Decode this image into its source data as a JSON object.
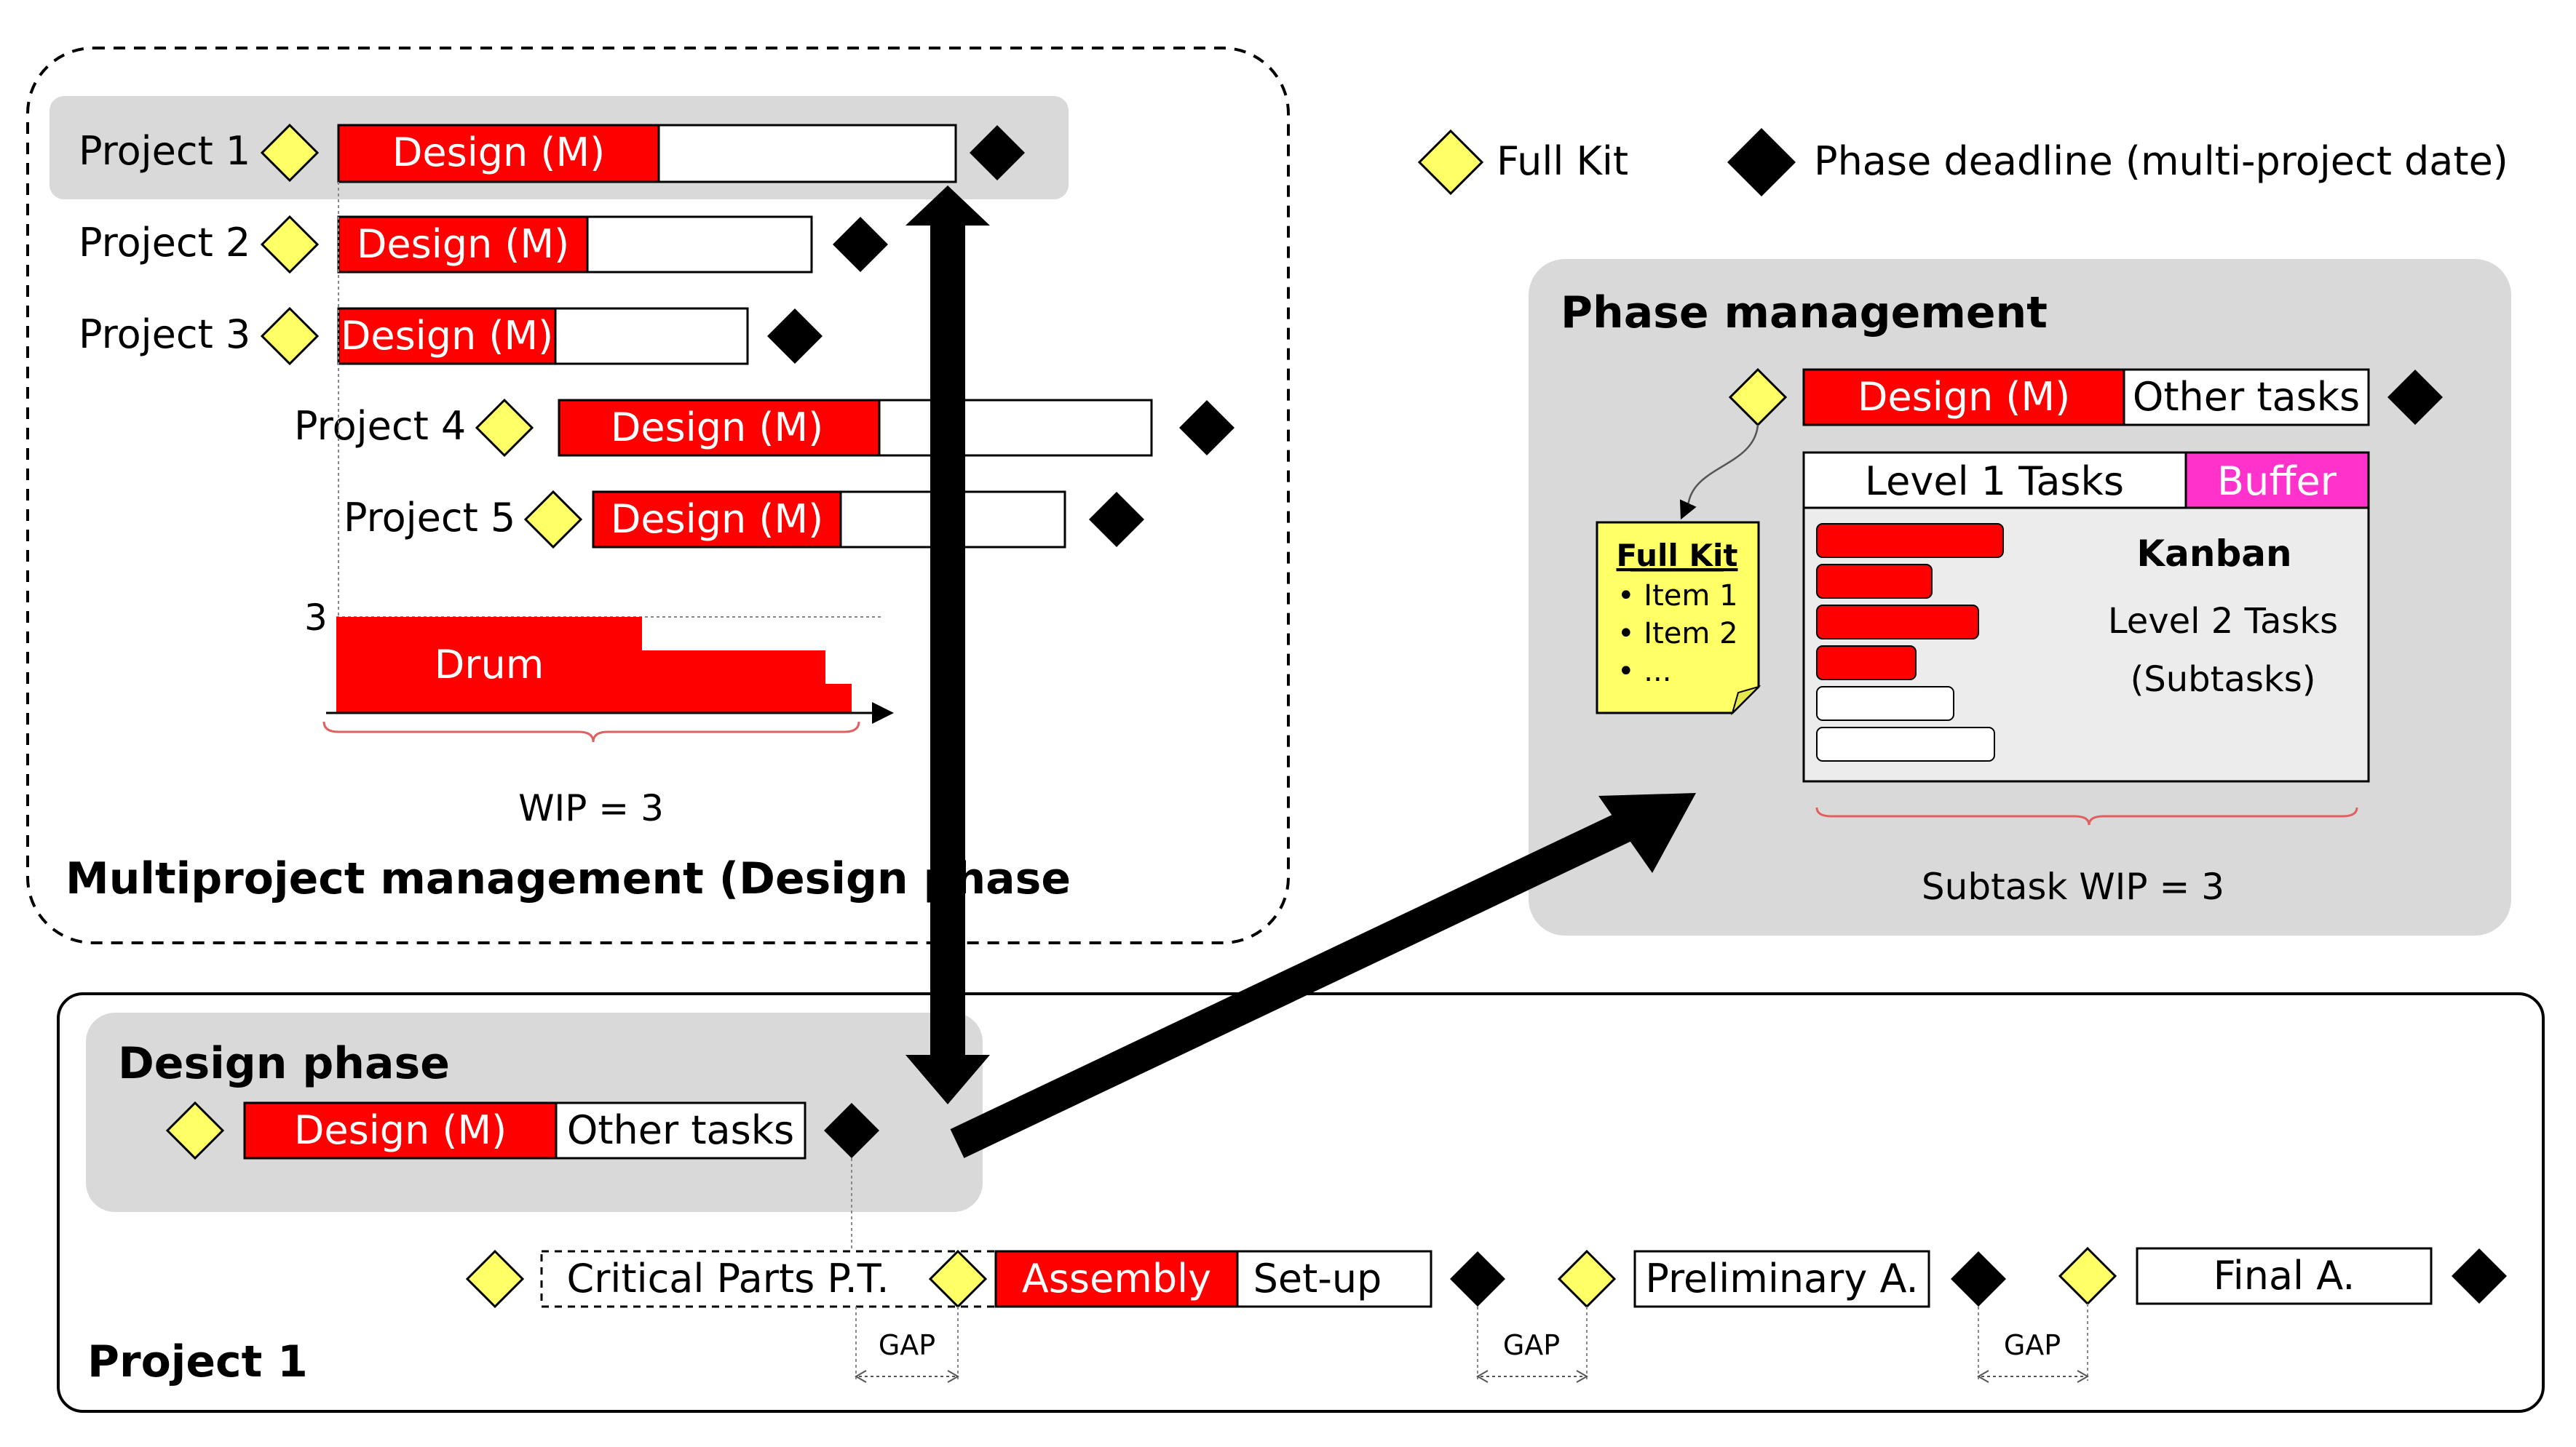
{
  "legend": {
    "full_kit": "Full Kit",
    "phase_deadline": "Phase deadline (multi-project date)"
  },
  "multiproject": {
    "title": "Multiproject management (Design phase",
    "projects": [
      {
        "name": "Project 1",
        "task": "Design (M)"
      },
      {
        "name": "Project 2",
        "task": "Design (M)"
      },
      {
        "name": "Project 3",
        "task": "Design (M)"
      },
      {
        "name": "Project 4",
        "task": "Design (M)"
      },
      {
        "name": "Project 5",
        "task": "Design (M)"
      }
    ],
    "drum_level": "3",
    "drum_label": "Drum",
    "wip": "WIP = 3"
  },
  "phase_management": {
    "title": "Phase management",
    "design_task": "Design (M)",
    "other_tasks": "Other tasks",
    "level1": "Level 1 Tasks",
    "buffer": "Buffer",
    "kanban": "Kanban",
    "level2": "Level 2 Tasks",
    "subtasks": "(Subtasks)",
    "subtask_wip": "Subtask WIP = 3",
    "full_kit_note": {
      "title": "Full Kit",
      "items": [
        "• Item 1",
        "• Item 2",
        "• ..."
      ]
    }
  },
  "design_phase": {
    "title": "Design phase",
    "design_task": "Design (M)",
    "other_tasks": "Other tasks"
  },
  "project1": {
    "title": "Project 1",
    "critical_parts": "Critical Parts P.T.",
    "assembly": "Assembly",
    "setup": "Set-up",
    "preliminary": "Preliminary A.",
    "final": "Final A.",
    "gap": "GAP"
  },
  "colors": {
    "red": "#ff0000",
    "yellow": "#ffff66",
    "grey_panel": "#d9d9d9",
    "buffer_magenta": "#ff33cc",
    "note_yellow": "#ffff66"
  }
}
